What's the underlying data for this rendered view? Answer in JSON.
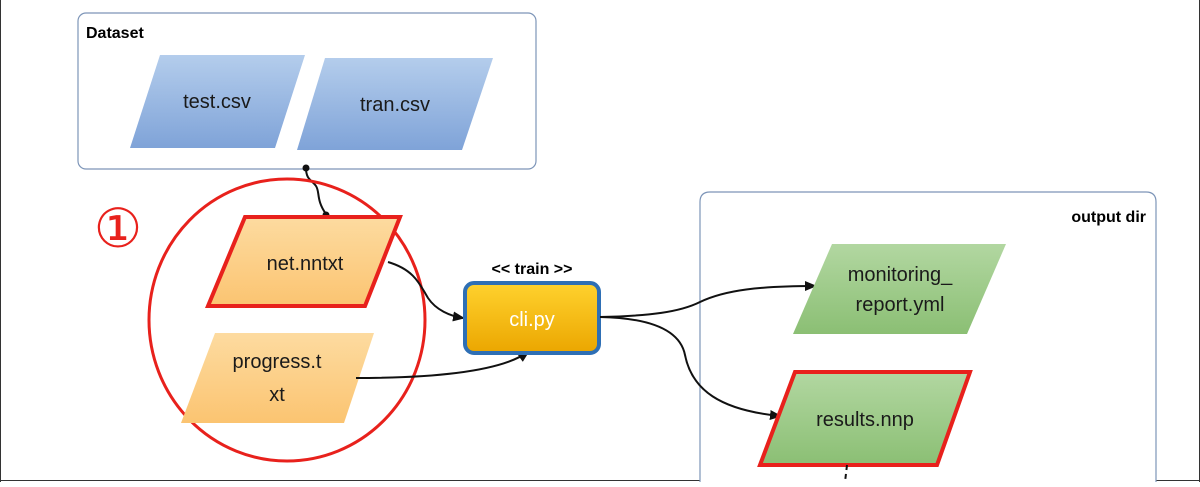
{
  "dataset": {
    "title": "Dataset",
    "files": [
      "test.csv",
      "tran.csv"
    ]
  },
  "step_marker": "①",
  "inputs": {
    "net": "net.nntxt",
    "progress_line1": "progress.t",
    "progress_line2": "xt"
  },
  "process": {
    "stereotype": "<< train >>",
    "label": "cli.py"
  },
  "output": {
    "title": "output dir",
    "report_line1": "monitoring_",
    "report_line2": "report.yml",
    "results": "results.nnp"
  },
  "colors": {
    "blue_fill_top": "#a7c3e6",
    "blue_fill_bottom": "#86a9db",
    "orange_fill": "#fdd08a",
    "green_fill": "#9fcb8b",
    "highlight_red": "#e8211c",
    "process_fill": "#f3b900",
    "process_border": "#2e6fb5",
    "group_border": "#7d95b8"
  }
}
